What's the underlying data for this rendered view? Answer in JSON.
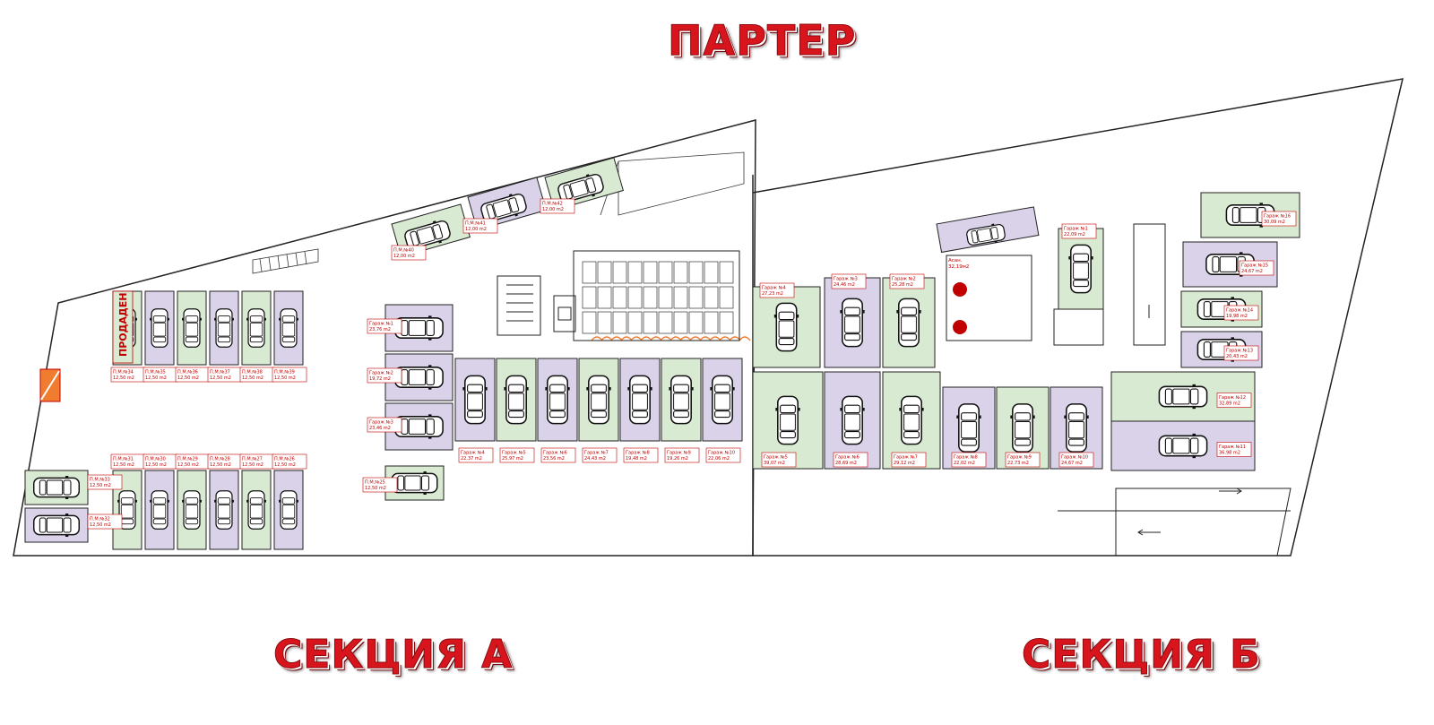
{
  "titles": {
    "main": "ПАРТЕР",
    "section_a": "СЕКЦИЯ А",
    "section_b": "СЕКЦИЯ Б"
  },
  "labels": {
    "sold_stamp": "ПРОДАДЕН",
    "lift": "Асан.",
    "lift_area": "32,19м2"
  },
  "colors": {
    "green": "#d9ead3",
    "lavender": "#d9d2e9",
    "red": "#c00000",
    "wall": "#222222",
    "orange": "#f07c30"
  },
  "section_a": {
    "parking_top": [
      {
        "label": "П.М.№34",
        "area": "12,50 m2"
      },
      {
        "label": "П.М.№35",
        "area": "12,50 m2"
      },
      {
        "label": "П.М.№36",
        "area": "12,50 m2"
      },
      {
        "label": "П.М.№37",
        "area": "12,50 m2"
      },
      {
        "label": "П.М.№38",
        "area": "12,50 m2"
      },
      {
        "label": "П.М.№39",
        "area": "12,50 m2"
      }
    ],
    "parking_bottom": [
      {
        "label": "П.М.№31",
        "area": "12,50 m2"
      },
      {
        "label": "П.М.№30",
        "area": "12,50 m2"
      },
      {
        "label": "П.М.№29",
        "area": "12,50 m2"
      },
      {
        "label": "П.М.№28",
        "area": "12,50 m2"
      },
      {
        "label": "П.М.№27",
        "area": "12,50 m2"
      },
      {
        "label": "П.М.№26",
        "area": "12,50 m2"
      }
    ],
    "parking_diag": [
      {
        "label": "П.М.№40",
        "area": "12,00 m2"
      },
      {
        "label": "П.М.№41",
        "area": "12,00 m2"
      },
      {
        "label": "П.М.№42",
        "area": "12,00 m2"
      }
    ],
    "parking_left": [
      {
        "label": "П.М.№33",
        "area": "12,50 m2"
      },
      {
        "label": "П.М.№32",
        "area": "12,50 m2"
      }
    ],
    "garages_left": [
      {
        "label": "Гараж №1",
        "area": "23,76 m2"
      },
      {
        "label": "Гараж №2",
        "area": "19,72 m2"
      },
      {
        "label": "Гараж №3",
        "area": "23,46 m2"
      }
    ],
    "parking_25": {
      "label": "П.М.№25",
      "area": "12,50 m2"
    },
    "garages_row": [
      {
        "label": "Гараж №4",
        "area": "22,37 m2"
      },
      {
        "label": "Гараж №5",
        "area": "25,97 m2"
      },
      {
        "label": "Гараж №6",
        "area": "23,56 m2"
      },
      {
        "label": "Гараж №7",
        "area": "24,43 m2"
      },
      {
        "label": "Гараж №8",
        "area": "19,48 m2"
      },
      {
        "label": "Гараж №9",
        "area": "19,26 m2"
      },
      {
        "label": "Гараж №10",
        "area": "22,06 m2"
      }
    ]
  },
  "section_b": {
    "garages_top": [
      {
        "label": "Гараж №4",
        "area": "27,23 m2"
      },
      {
        "label": "Гараж №3",
        "area": "24,46 m2"
      },
      {
        "label": "Гараж №2",
        "area": "25,28 m2"
      }
    ],
    "garages_bottom": [
      {
        "label": "Гараж №5",
        "area": "39,07 m2"
      },
      {
        "label": "Гараж №6",
        "area": "28,69 m2"
      },
      {
        "label": "Гараж №7",
        "area": "29,12 m2"
      },
      {
        "label": "Гараж №8",
        "area": "22,02 m2"
      },
      {
        "label": "Гараж №9",
        "area": "22,73 m2"
      },
      {
        "label": "Гараж №10",
        "area": "24,67 m2"
      }
    ],
    "garage_1": {
      "label": "Гараж №1",
      "area": "22,09 m2"
    },
    "garages_right": [
      {
        "label": "Гараж №16",
        "area": "30,09 m2"
      },
      {
        "label": "Гараж №15",
        "area": "24,67 m2"
      },
      {
        "label": "Гараж №14",
        "area": "19,98 m2"
      },
      {
        "label": "Гараж №13",
        "area": "20,43 m2"
      },
      {
        "label": "Гараж №12",
        "area": "32,89 m2"
      },
      {
        "label": "Гараж №11",
        "area": "36,98 m2"
      }
    ]
  }
}
